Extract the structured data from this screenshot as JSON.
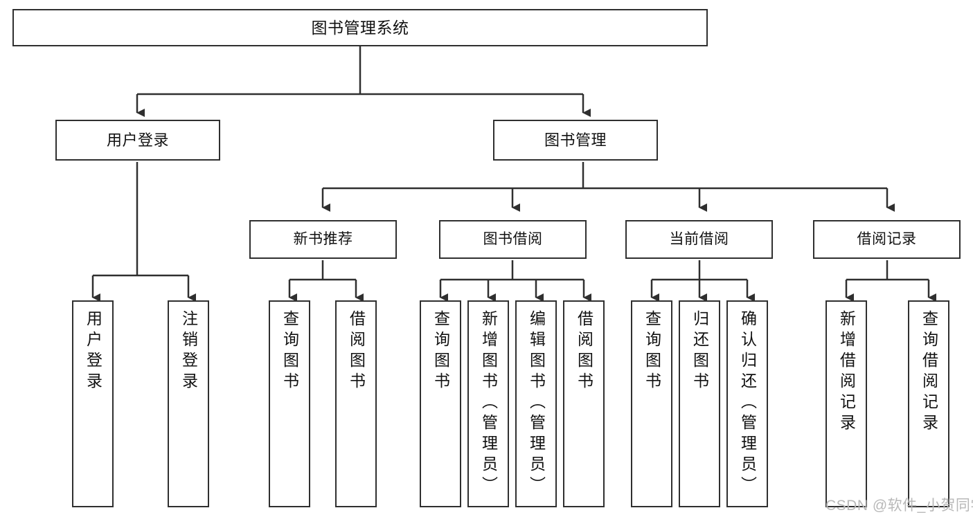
{
  "diagram": {
    "title": "图书管理系统",
    "type": "hierarchy-tree",
    "colors": {
      "stroke": "#2f2f2f",
      "fill": "#ffffff",
      "text": "#111111",
      "watermark": "#b8b8b8",
      "background": "#ffffff"
    },
    "root": {
      "label": "图书管理系统"
    },
    "level1": [
      {
        "label": "用户登录"
      },
      {
        "label": "图书管理"
      }
    ],
    "level2": [
      {
        "label": "新书推荐"
      },
      {
        "label": "图书借阅"
      },
      {
        "label": "当前借阅"
      },
      {
        "label": "借阅记录"
      }
    ],
    "leaves": {
      "user_login": [
        {
          "label": "用户登录"
        },
        {
          "label": "注销登录"
        }
      ],
      "new_book_recommend": [
        {
          "label": "查询图书"
        },
        {
          "label": "借阅图书"
        }
      ],
      "book_borrow": [
        {
          "label": "查询图书"
        },
        {
          "label": "新增图书（管理员）"
        },
        {
          "label": "编辑图书（管理员）"
        },
        {
          "label": "借阅图书"
        }
      ],
      "current_borrow": [
        {
          "label": "查询图书"
        },
        {
          "label": "归还图书"
        },
        {
          "label": "确认归还（管理员）"
        }
      ],
      "borrow_record": [
        {
          "label": "新增借阅记录"
        },
        {
          "label": "查询借阅记录"
        }
      ]
    }
  },
  "watermark": {
    "text": "CSDN @软件_小贺同学"
  }
}
